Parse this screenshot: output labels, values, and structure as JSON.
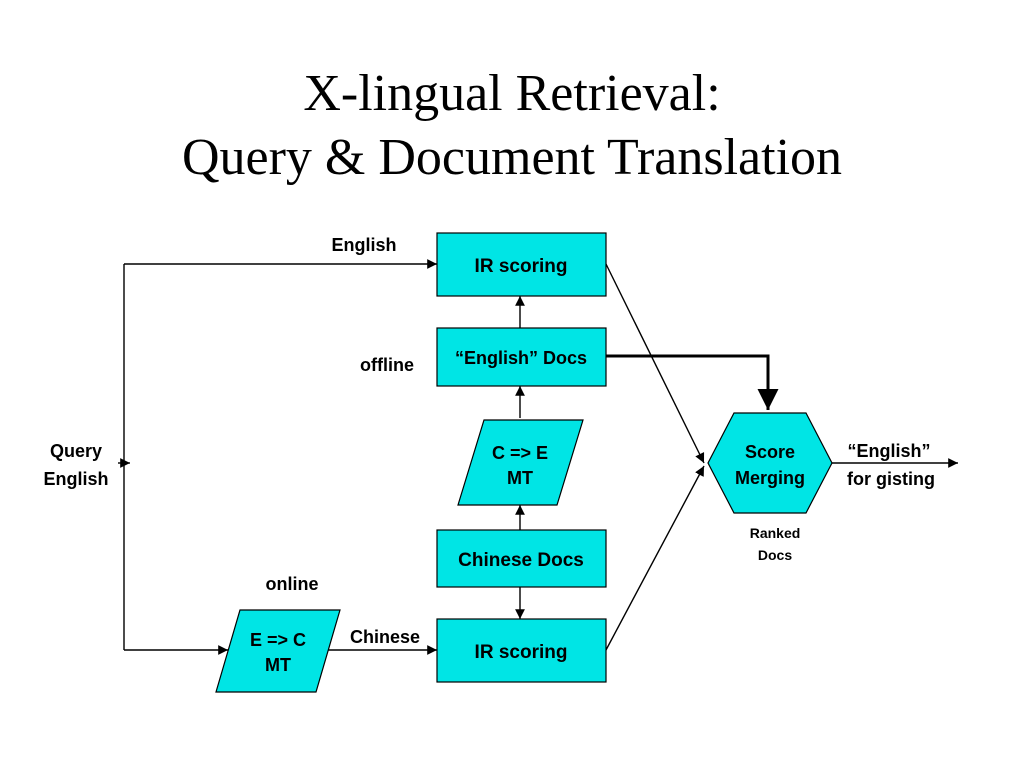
{
  "title": {
    "line1": "X-lingual Retrieval:",
    "line2": "Query & Document Translation"
  },
  "nodes": {
    "ir_scoring_english": "IR scoring",
    "english_docs": "“English” Docs",
    "c_to_e_mt": {
      "line1": "C => E",
      "line2": "MT"
    },
    "chinese_docs": "Chinese Docs",
    "ir_scoring_chinese": "IR scoring",
    "e_to_c_mt": {
      "line1": "E => C",
      "line2": "MT"
    },
    "score_merging": {
      "line1": "Score",
      "line2": "Merging"
    }
  },
  "labels": {
    "query": {
      "line1": "Query",
      "line2": "English"
    },
    "english": "English",
    "chinese": "Chinese",
    "offline": "offline",
    "online": "online",
    "ranked_docs": {
      "line1": "Ranked",
      "line2": "Docs"
    },
    "output": {
      "line1": "“English”",
      "line2": "for gisting"
    }
  },
  "colors": {
    "node_fill": "#00E5E5",
    "stroke": "#000000"
  }
}
